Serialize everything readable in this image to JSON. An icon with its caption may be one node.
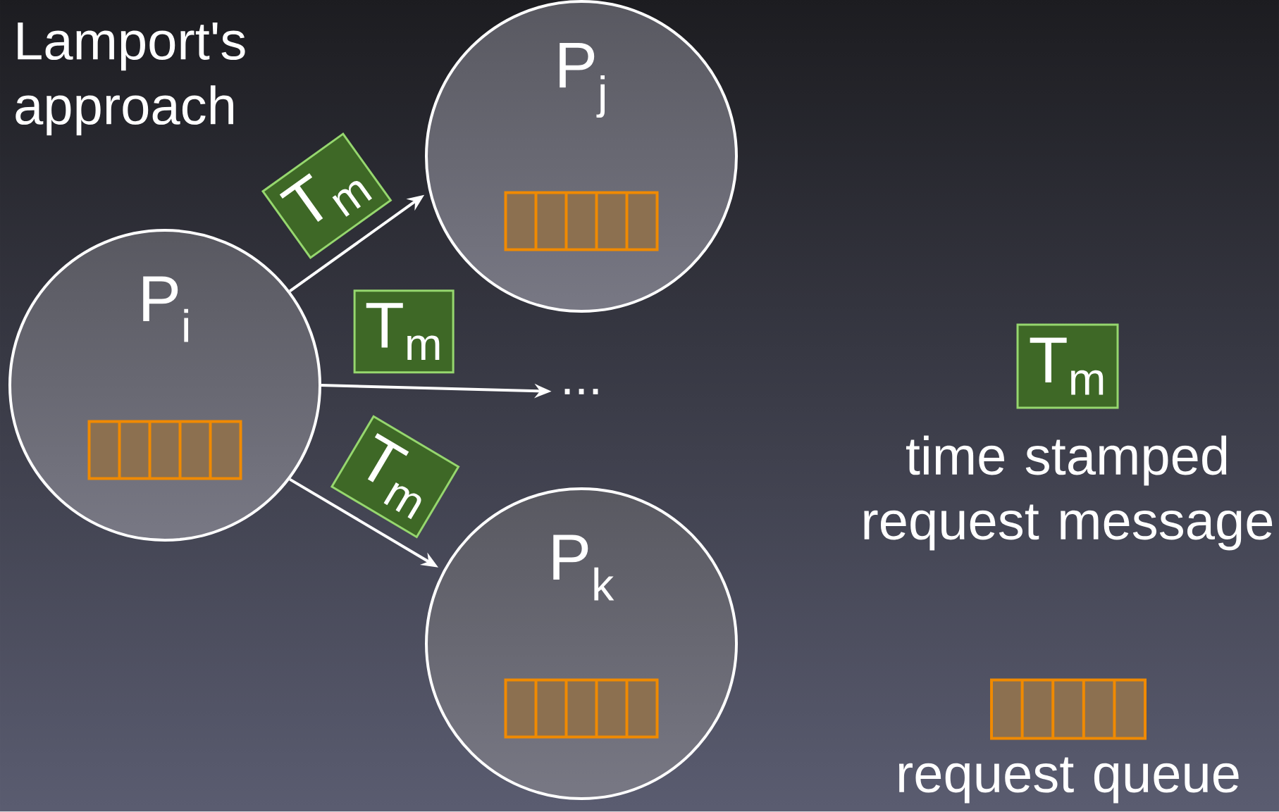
{
  "diagram": {
    "title": "Lamport's approach",
    "nodes": [
      {
        "text": [
          "P$_{i}$"
        ]
      },
      {
        "text": [
          "P$_{j}$"
        ]
      },
      {
        "text": [
          "P$_{k}$"
        ]
      },
      {
        "text": [
          "..."
        ]
      }
    ],
    "edges": [
      {
        "from": 0,
        "to": 1,
        "arrow": "to",
        "label": "T$_{m}$"
      },
      {
        "from": 0,
        "to": 3,
        "arrow": "to",
        "label": "T$_{m}$"
      },
      {
        "from": 0,
        "to": 2,
        "arrow": "to",
        "label": "T$_{m}$"
      }
    ],
    "labels": [
      "T$_{m}$",
      "time stamped request message",
      "request queue"
    ]
  }
}
